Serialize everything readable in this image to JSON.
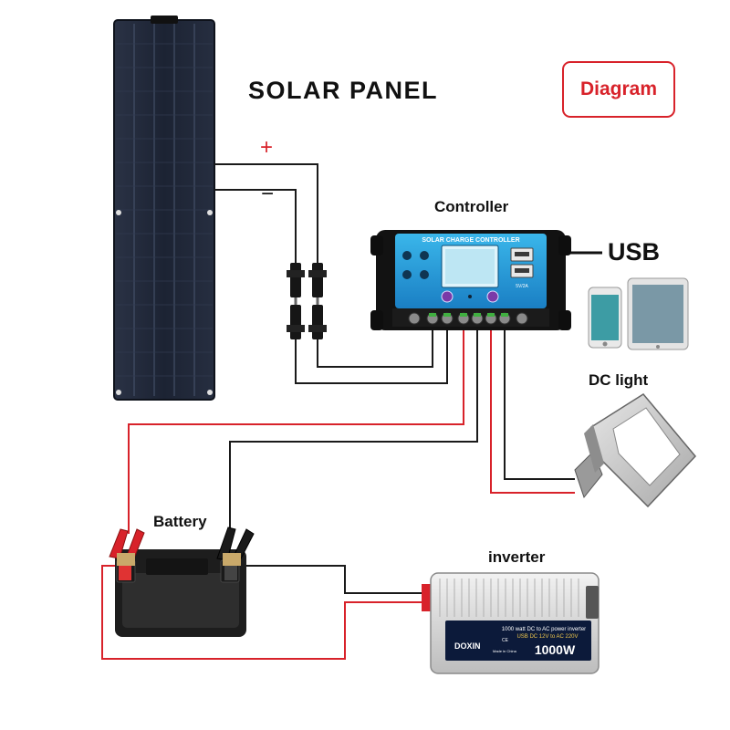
{
  "title": "SOLAR PANEL",
  "badge": "Diagram",
  "components": {
    "controller": "Controller",
    "usb": "USB",
    "dc_light": "DC light",
    "battery": "Battery",
    "inverter": "inverter"
  },
  "polarity": {
    "positive": "+",
    "negative": "−"
  },
  "controller_panel": {
    "header": "SOLAR CHARGE CONTROLLER",
    "usb_rating": "5V/2A"
  },
  "inverter_label": {
    "brand": "DOXIN",
    "description": "1000 watt DC to AC power inverter",
    "spec": "USB DC 12V to AC 220V",
    "power": "1000W",
    "origin": "Made in China",
    "ce": "CE"
  },
  "colors": {
    "positive_wire": "#d8222a",
    "negative_wire": "#1a1a1a",
    "badge": "#d8222a",
    "controller_screen": "#1f9ed8",
    "panel_cell": "#1c2333"
  }
}
